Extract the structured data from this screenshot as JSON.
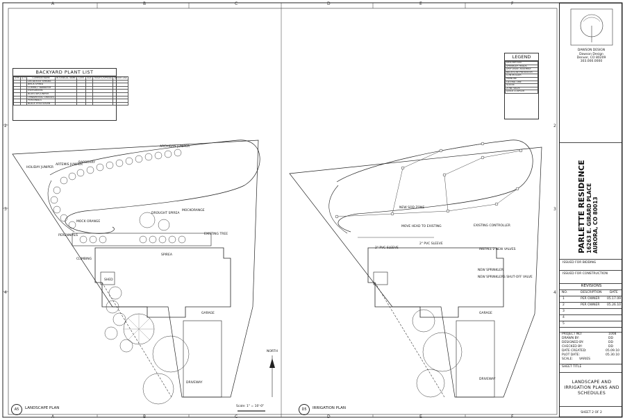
{
  "grid": {
    "top_letters": [
      "A",
      "B",
      "C",
      "D",
      "E",
      "F"
    ],
    "bottom_letters": [
      "A",
      "B",
      "C",
      "D",
      "E",
      "F"
    ],
    "left_numbers": [
      "2",
      "3",
      "4"
    ],
    "right_numbers": [
      "2",
      "3",
      "4"
    ]
  },
  "plant_list": {
    "title": "BACKYARD PLANT LIST",
    "headers": [
      "SYM",
      "QTY",
      "COMMON NAME",
      "BOTANICAL NAME",
      "CONT.",
      "SIZE",
      "HEIGHT/SPREAD",
      "WATER USE"
    ],
    "rows": [
      [
        "",
        "",
        "DECIDUOUS SHRUBS",
        "",
        "",
        "",
        "",
        ""
      ],
      [
        "",
        "",
        "BRICK SPIREA",
        "",
        "",
        "",
        "",
        ""
      ],
      [
        "",
        "",
        "COMPACT BARBERRY",
        "",
        "",
        "",
        "",
        ""
      ],
      [
        "",
        "",
        "EVERGREENS",
        "",
        "",
        "",
        "",
        ""
      ],
      [
        "",
        "",
        "BLUESTAR JUNIPER",
        "",
        "",
        "",
        "",
        ""
      ],
      [
        "",
        "",
        "ORNAMENTAL GRASSES",
        "",
        "",
        "",
        "",
        ""
      ],
      [
        "",
        "",
        "PERENNIALS",
        "",
        "",
        "",
        "",
        ""
      ],
      [
        "",
        "",
        "BLACK EYED SUSAN",
        "",
        "",
        "",
        "",
        ""
      ]
    ]
  },
  "legend": {
    "title": "LEGEND",
    "rows": [
      "DESCRIPTION",
      "SPRINKLER HEADS",
      "DRIP VALVE ASSEMBLY",
      "BACKFLOW PREVENTER",
      "CONTROLLER",
      "MAINLINE",
      "LATERAL LINE",
      "SLEEVE",
      "ZONE VALVE",
      "QUICK COUPLER"
    ]
  },
  "plans": {
    "left_label": "LANDSCAPE PLAN",
    "left_number": "A5",
    "right_label": "IRRIGATION PLAN",
    "right_number": "D5",
    "scale": "Scale: 1\" = 10'-0\"",
    "north": "NORTH",
    "house_label": "GARAGE",
    "driveway": "DRIVEWAY",
    "shed": "SHED",
    "left_annotations": [
      "ARCHIDAN JUNIPER",
      "HOLIDAY JUNIPER",
      "ARTEMIS JUNIPER",
      "BARBERRY",
      "MOCK ORANGE",
      "PERENNIALS",
      "MOCKORANGE",
      "EXISTING TREE",
      "DROUGHT SPIREA",
      "CLIMBING",
      "SPIREA"
    ],
    "right_annotations": [
      "NEW SOD ZONE",
      "MOVE HEAD TO EXISTING",
      "INSTALL 2 NEW VALVES",
      "NEW SPRINKLER",
      "2\" PVC SLEEVE",
      "2\" PVC SLEEVE",
      "EXISTING CONTROLLER",
      "NEW SPRINKLERS SHUT-OFF VALVE"
    ]
  },
  "title_block": {
    "firm": "DAWSON DESIGN",
    "firm_lines": [
      "Dawson Design",
      "Denver, CO 80209",
      "303.000.0000"
    ],
    "project_name": "PARLETTE RESIDENCE",
    "address": "16263 E. GIRARD PLACE",
    "city": "AURORA, CO 80013",
    "issued_bidding": "ISSUED FOR BIDDING",
    "issued_construction": "ISSUED FOR CONSTRUCTION",
    "revisions_title": "REVISIONS",
    "rev_headers": [
      "NO.",
      "DESCRIPTION",
      "DATE"
    ],
    "revisions": [
      {
        "no": "1",
        "desc": "PER OWNER",
        "date": "05.17.09"
      },
      {
        "no": "2",
        "desc": "PER OWNER",
        "date": "05.26.10"
      },
      {
        "no": "3",
        "desc": "",
        "date": ""
      },
      {
        "no": "4",
        "desc": "",
        "date": ""
      },
      {
        "no": "5",
        "desc": "",
        "date": ""
      }
    ],
    "project_info": [
      {
        "label": "PROJECT NO:",
        "value": "1008"
      },
      {
        "label": "DRAWN BY:",
        "value": "DD"
      },
      {
        "label": "DESIGNED BY:",
        "value": "DD"
      },
      {
        "label": "CHECKED BY:",
        "value": "DD"
      },
      {
        "label": "DATE CREATED:",
        "value": "05.09.10"
      },
      {
        "label": "PLOT DATE:",
        "value": "05.30.10"
      },
      {
        "label": "SCALE:",
        "value": "VARIES"
      }
    ],
    "sheet_title_label": "SHEET TITLE",
    "sheet_title": "LANDSCAPE AND IRRIGATION PLANS AND SCHEDULES",
    "sheet_number": "SHEET 2 OF 2"
  }
}
